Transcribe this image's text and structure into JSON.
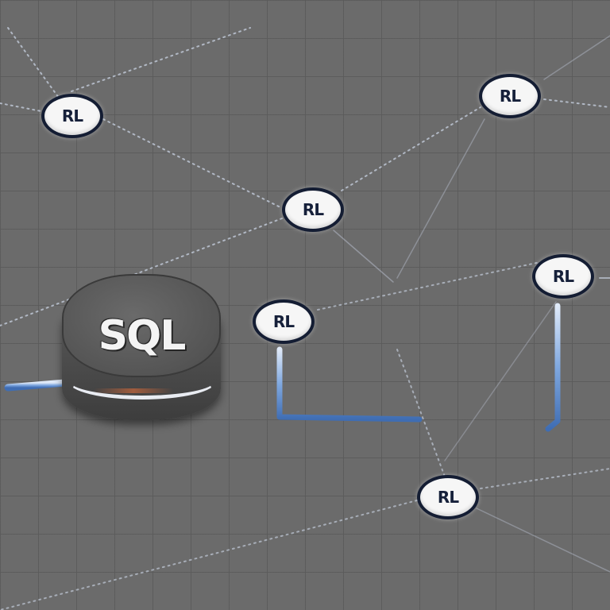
{
  "database": {
    "label": "SQL"
  },
  "nodes": [
    {
      "id": "n1",
      "label": "RL"
    },
    {
      "id": "n2",
      "label": "RL"
    },
    {
      "id": "n3",
      "label": "RL"
    },
    {
      "id": "n4",
      "label": "RL"
    },
    {
      "id": "n5",
      "label": "RL"
    },
    {
      "id": "n6",
      "label": "RL"
    }
  ],
  "colors": {
    "background": "#6b6b6b",
    "node_fill": "#f6f6f6",
    "node_border": "#141d33",
    "connector": "#7fa8e0",
    "link_dots": "#cfd8ea"
  }
}
